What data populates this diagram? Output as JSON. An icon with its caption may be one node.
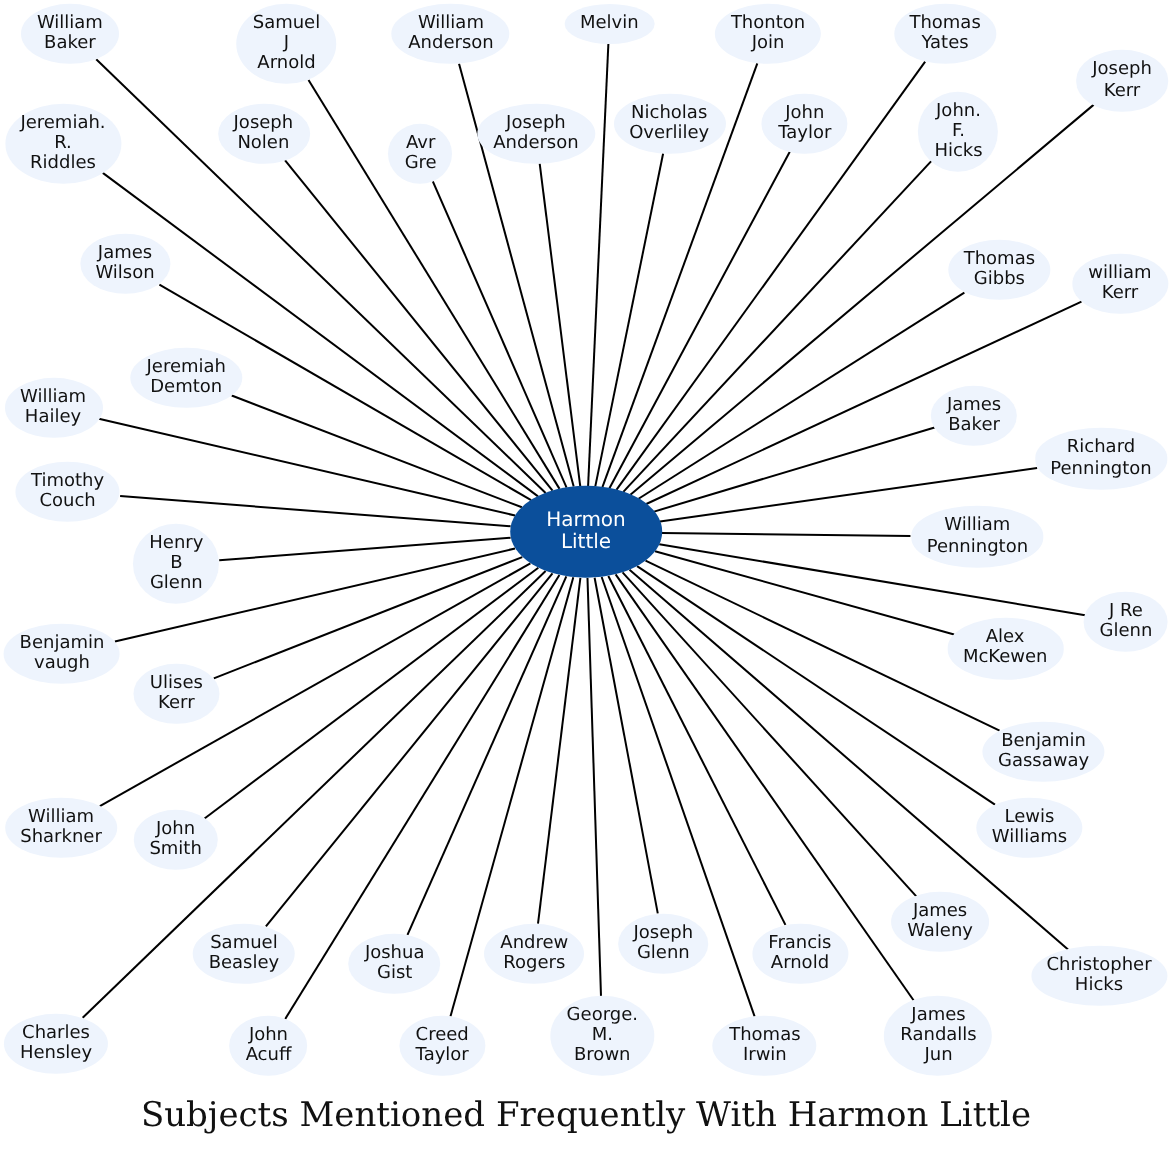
{
  "diagram": {
    "title": "Subjects Mentioned Frequently With Harmon Little",
    "nodes": [
      {
        "text": [
          "Harmon Little"
        ]
      },
      {
        "text": [
          "Joseph Anderson"
        ]
      },
      {
        "text": [
          "Avr Gre"
        ]
      },
      {
        "text": [
          "William Anderson"
        ]
      },
      {
        "text": [
          "Melvin"
        ]
      },
      {
        "text": [
          "Thonton Join"
        ]
      },
      {
        "text": [
          "John. F. Hicks"
        ]
      },
      {
        "text": [
          "William Baker"
        ]
      },
      {
        "text": [
          "John Taylor"
        ]
      },
      {
        "text": [
          "Samuel J Arnold"
        ]
      },
      {
        "text": [
          "Nicholas Overliley"
        ]
      },
      {
        "text": [
          "James Wilson"
        ]
      },
      {
        "text": [
          "Joseph Kerr"
        ]
      },
      {
        "text": [
          "Jeremiah. R. Riddles"
        ]
      },
      {
        "text": [
          "Thomas Gibbs"
        ]
      },
      {
        "text": [
          "Jeremiah Demton"
        ]
      },
      {
        "text": [
          "Thomas Yates"
        ]
      },
      {
        "text": [
          "Joseph Nolen"
        ]
      },
      {
        "text": [
          "william Kerr"
        ]
      },
      {
        "text": [
          "James Baker"
        ]
      },
      {
        "text": [
          "William Hailey"
        ]
      },
      {
        "text": [
          "Timothy Couch"
        ]
      },
      {
        "text": [
          "Richard Pennington"
        ]
      },
      {
        "text": [
          "William Pennington"
        ]
      },
      {
        "text": [
          "Henry B Glenn"
        ]
      },
      {
        "text": [
          "Benjamin vaugh"
        ]
      },
      {
        "text": [
          "J Re Glenn"
        ]
      },
      {
        "text": [
          "Ulises Kerr"
        ]
      },
      {
        "text": [
          "Benjamin Gassaway"
        ]
      },
      {
        "text": [
          "Alex McKewen"
        ]
      },
      {
        "text": [
          "William Sharkner"
        ]
      },
      {
        "text": [
          "John Smith"
        ]
      },
      {
        "text": [
          "John Acuff"
        ]
      },
      {
        "text": [
          "Thomas Irwin"
        ]
      },
      {
        "text": [
          "Lewis Williams"
        ]
      },
      {
        "text": [
          "Christopher Hicks"
        ]
      },
      {
        "text": [
          "James Randalls Jun"
        ]
      },
      {
        "text": [
          "Charles Hensley"
        ]
      },
      {
        "text": [
          "Joshua Gist"
        ]
      },
      {
        "text": [
          "James Waleny"
        ]
      },
      {
        "text": [
          "George. M. Brown"
        ]
      },
      {
        "text": [
          "Creed Taylor"
        ]
      },
      {
        "text": [
          "Samuel Beasley"
        ]
      },
      {
        "text": [
          "Francis Arnold"
        ]
      },
      {
        "text": [
          "Andrew Rogers"
        ]
      },
      {
        "text": [
          "Joseph Glenn"
        ]
      }
    ],
    "edges": [
      {
        "from": 0,
        "to": 1,
        "arrow": "none"
      },
      {
        "from": 0,
        "to": 2,
        "arrow": "none"
      },
      {
        "from": 0,
        "to": 3,
        "arrow": "none"
      },
      {
        "from": 0,
        "to": 4,
        "arrow": "none"
      },
      {
        "from": 0,
        "to": 5,
        "arrow": "none"
      },
      {
        "from": 0,
        "to": 6,
        "arrow": "none"
      },
      {
        "from": 0,
        "to": 7,
        "arrow": "none"
      },
      {
        "from": 0,
        "to": 8,
        "arrow": "none"
      },
      {
        "from": 0,
        "to": 9,
        "arrow": "none"
      },
      {
        "from": 0,
        "to": 10,
        "arrow": "none"
      },
      {
        "from": 0,
        "to": 11,
        "arrow": "none"
      },
      {
        "from": 0,
        "to": 12,
        "arrow": "none"
      },
      {
        "from": 0,
        "to": 13,
        "arrow": "none"
      },
      {
        "from": 0,
        "to": 14,
        "arrow": "none"
      },
      {
        "from": 0,
        "to": 15,
        "arrow": "none"
      },
      {
        "from": 0,
        "to": 16,
        "arrow": "none"
      },
      {
        "from": 0,
        "to": 17,
        "arrow": "none"
      },
      {
        "from": 0,
        "to": 18,
        "arrow": "none"
      },
      {
        "from": 0,
        "to": 19,
        "arrow": "none"
      },
      {
        "from": 0,
        "to": 20,
        "arrow": "none"
      },
      {
        "from": 0,
        "to": 21,
        "arrow": "none"
      },
      {
        "from": 0,
        "to": 22,
        "arrow": "none"
      },
      {
        "from": 0,
        "to": 23,
        "arrow": "none"
      },
      {
        "from": 0,
        "to": 24,
        "arrow": "none"
      },
      {
        "from": 0,
        "to": 25,
        "arrow": "none"
      },
      {
        "from": 0,
        "to": 26,
        "arrow": "none"
      },
      {
        "from": 0,
        "to": 27,
        "arrow": "none"
      },
      {
        "from": 0,
        "to": 28,
        "arrow": "none"
      },
      {
        "from": 0,
        "to": 29,
        "arrow": "none"
      },
      {
        "from": 0,
        "to": 30,
        "arrow": "none"
      },
      {
        "from": 0,
        "to": 31,
        "arrow": "none"
      },
      {
        "from": 0,
        "to": 32,
        "arrow": "none"
      },
      {
        "from": 0,
        "to": 33,
        "arrow": "none"
      },
      {
        "from": 0,
        "to": 34,
        "arrow": "none"
      },
      {
        "from": 0,
        "to": 35,
        "arrow": "none"
      },
      {
        "from": 0,
        "to": 36,
        "arrow": "none"
      },
      {
        "from": 0,
        "to": 37,
        "arrow": "none"
      },
      {
        "from": 0,
        "to": 38,
        "arrow": "none"
      },
      {
        "from": 0,
        "to": 39,
        "arrow": "none"
      },
      {
        "from": 0,
        "to": 40,
        "arrow": "none"
      },
      {
        "from": 0,
        "to": 41,
        "arrow": "none"
      },
      {
        "from": 0,
        "to": 42,
        "arrow": "none"
      },
      {
        "from": 0,
        "to": 43,
        "arrow": "none"
      },
      {
        "from": 0,
        "to": 44,
        "arrow": "none"
      },
      {
        "from": 0,
        "to": 45,
        "arrow": "none"
      }
    ]
  }
}
